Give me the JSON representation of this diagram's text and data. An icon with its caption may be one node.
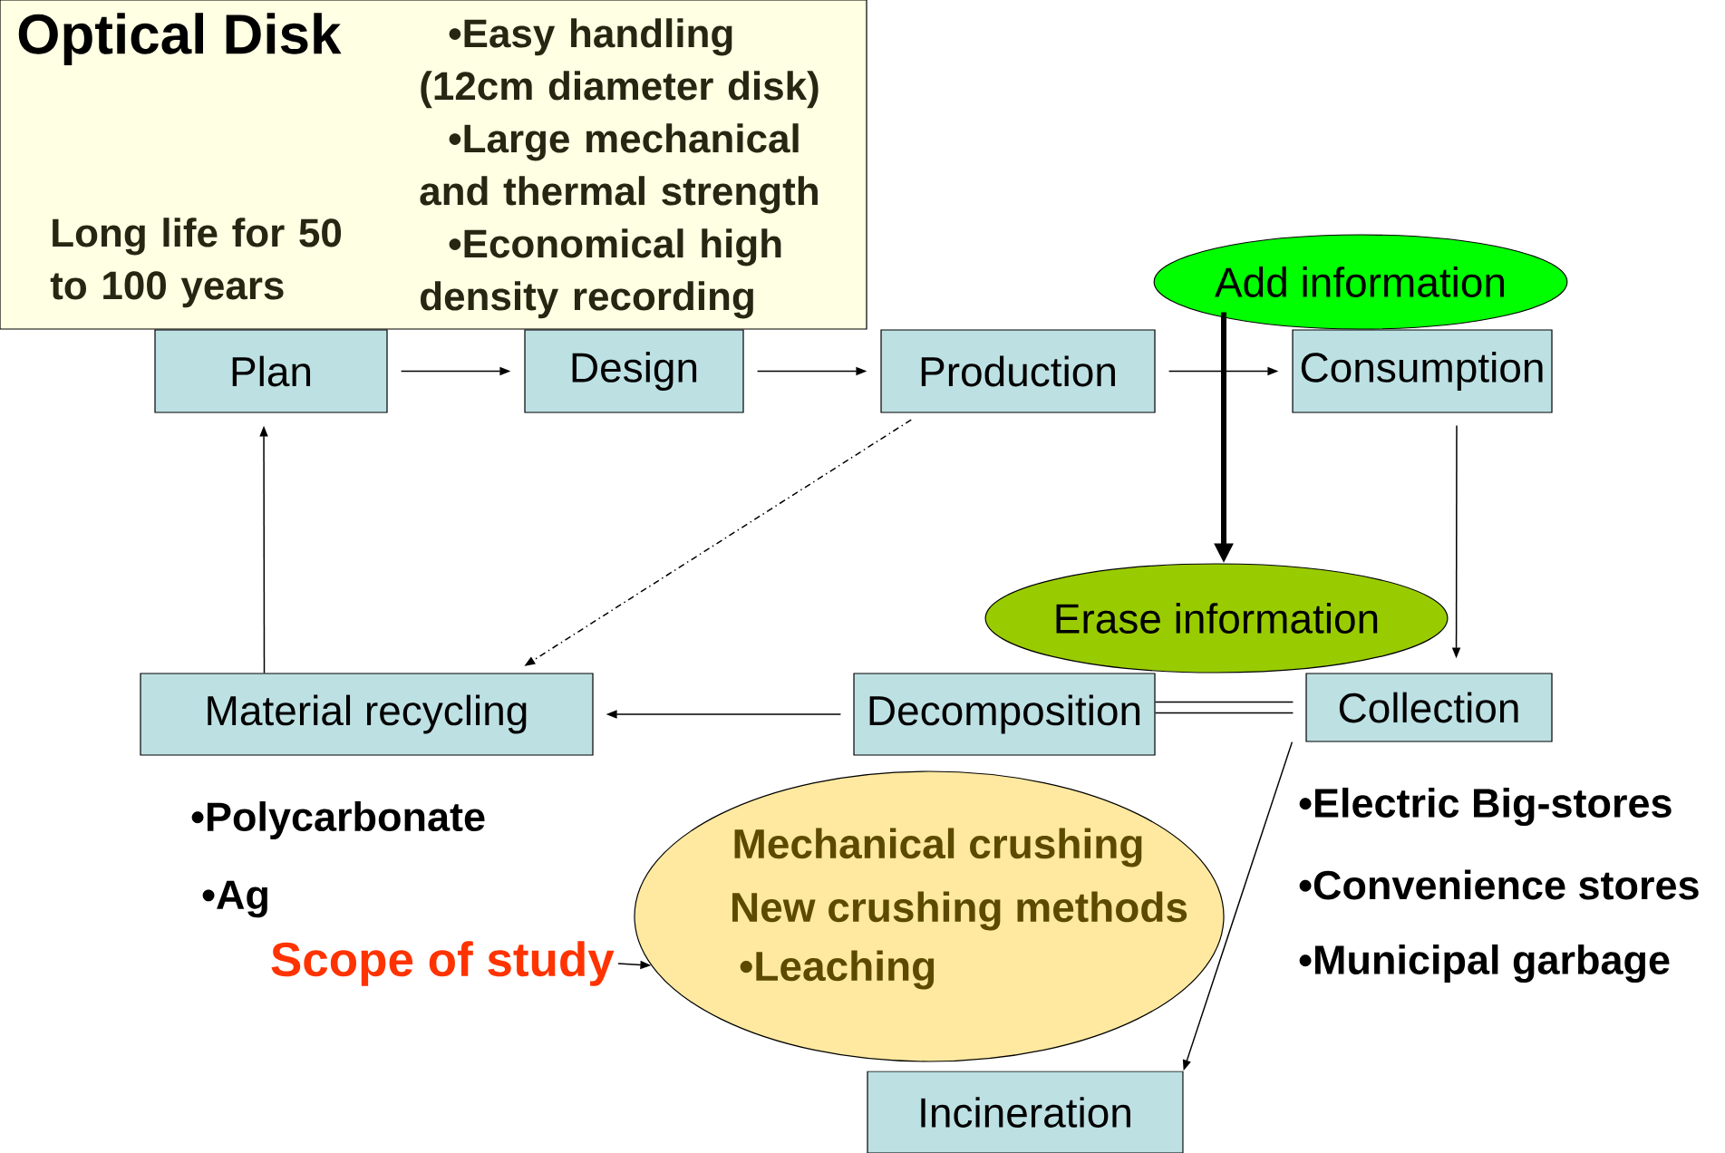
{
  "diagram": {
    "nodes": [
      {
        "text": [
          "Optical Disk",
          "Long life for 50 to 100 years",
          "•Easy handling (12cm diameter disk)",
          "•Large mechanical and thermal strength",
          "•Economical high density recording"
        ]
      },
      {
        "text": [
          "Plan"
        ]
      },
      {
        "text": [
          "Design"
        ]
      },
      {
        "text": [
          "Production"
        ]
      },
      {
        "text": [
          "Consumption"
        ]
      },
      {
        "text": [
          "Add information"
        ]
      },
      {
        "text": [
          "Erase information"
        ]
      },
      {
        "text": [
          "Material recycling"
        ]
      },
      {
        "text": [
          "Decomposition"
        ]
      },
      {
        "text": [
          "Collection"
        ]
      },
      {
        "text": [
          "Mechanical   crushing",
          "New crushing methods",
          "•Leaching"
        ]
      },
      {
        "text": [
          "Incineration"
        ]
      },
      {
        "text": [
          "Scope of study"
        ]
      }
    ],
    "edges": [
      {
        "from": 1,
        "to": 2,
        "arrow": "to"
      },
      {
        "from": 2,
        "to": 3,
        "arrow": "to"
      },
      {
        "from": 3,
        "to": 4,
        "arrow": "to"
      },
      {
        "from": 4,
        "to": 9,
        "arrow": "to"
      },
      {
        "from": 9,
        "to": 8,
        "arrow": "none"
      },
      {
        "from": 8,
        "to": 7,
        "arrow": "to"
      },
      {
        "from": 7,
        "to": 1,
        "arrow": "to"
      },
      {
        "from": 3,
        "to": 7,
        "arrow": "to",
        "style": "dashed"
      },
      {
        "from": 5,
        "to": 6,
        "arrow": "to",
        "style": "thick"
      },
      {
        "from": 9,
        "to": 11,
        "arrow": "to"
      },
      {
        "from": 12,
        "to": 10,
        "arrow": "to"
      },
      {
        "from": 9,
        "to": 8,
        "arrow": "none"
      }
    ],
    "labels": [
      "•Polycarbonate",
      "•Ag",
      "•Electric Big-stores",
      "•Convenience stores",
      "•Municipal garbage"
    ]
  }
}
